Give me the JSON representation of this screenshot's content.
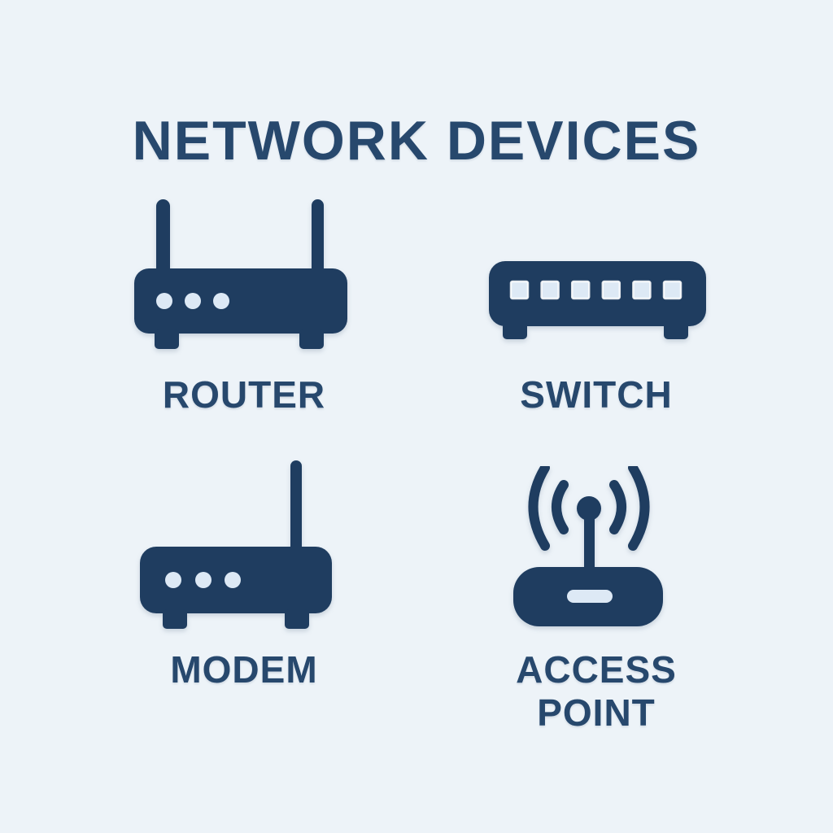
{
  "title": "NETWORK DEVICES",
  "devices": [
    {
      "label": "ROUTER",
      "icon": "router-icon"
    },
    {
      "label": "SWITCH",
      "icon": "switch-icon"
    },
    {
      "label": "MODEM",
      "icon": "modem-icon"
    },
    {
      "label": "ACCESS POINT",
      "icon": "access-point-icon"
    }
  ],
  "colors": {
    "background": "#edf3f8",
    "ink": "#1f3d60",
    "text_color": "#27486d",
    "accent_light": "#dde9f5"
  }
}
